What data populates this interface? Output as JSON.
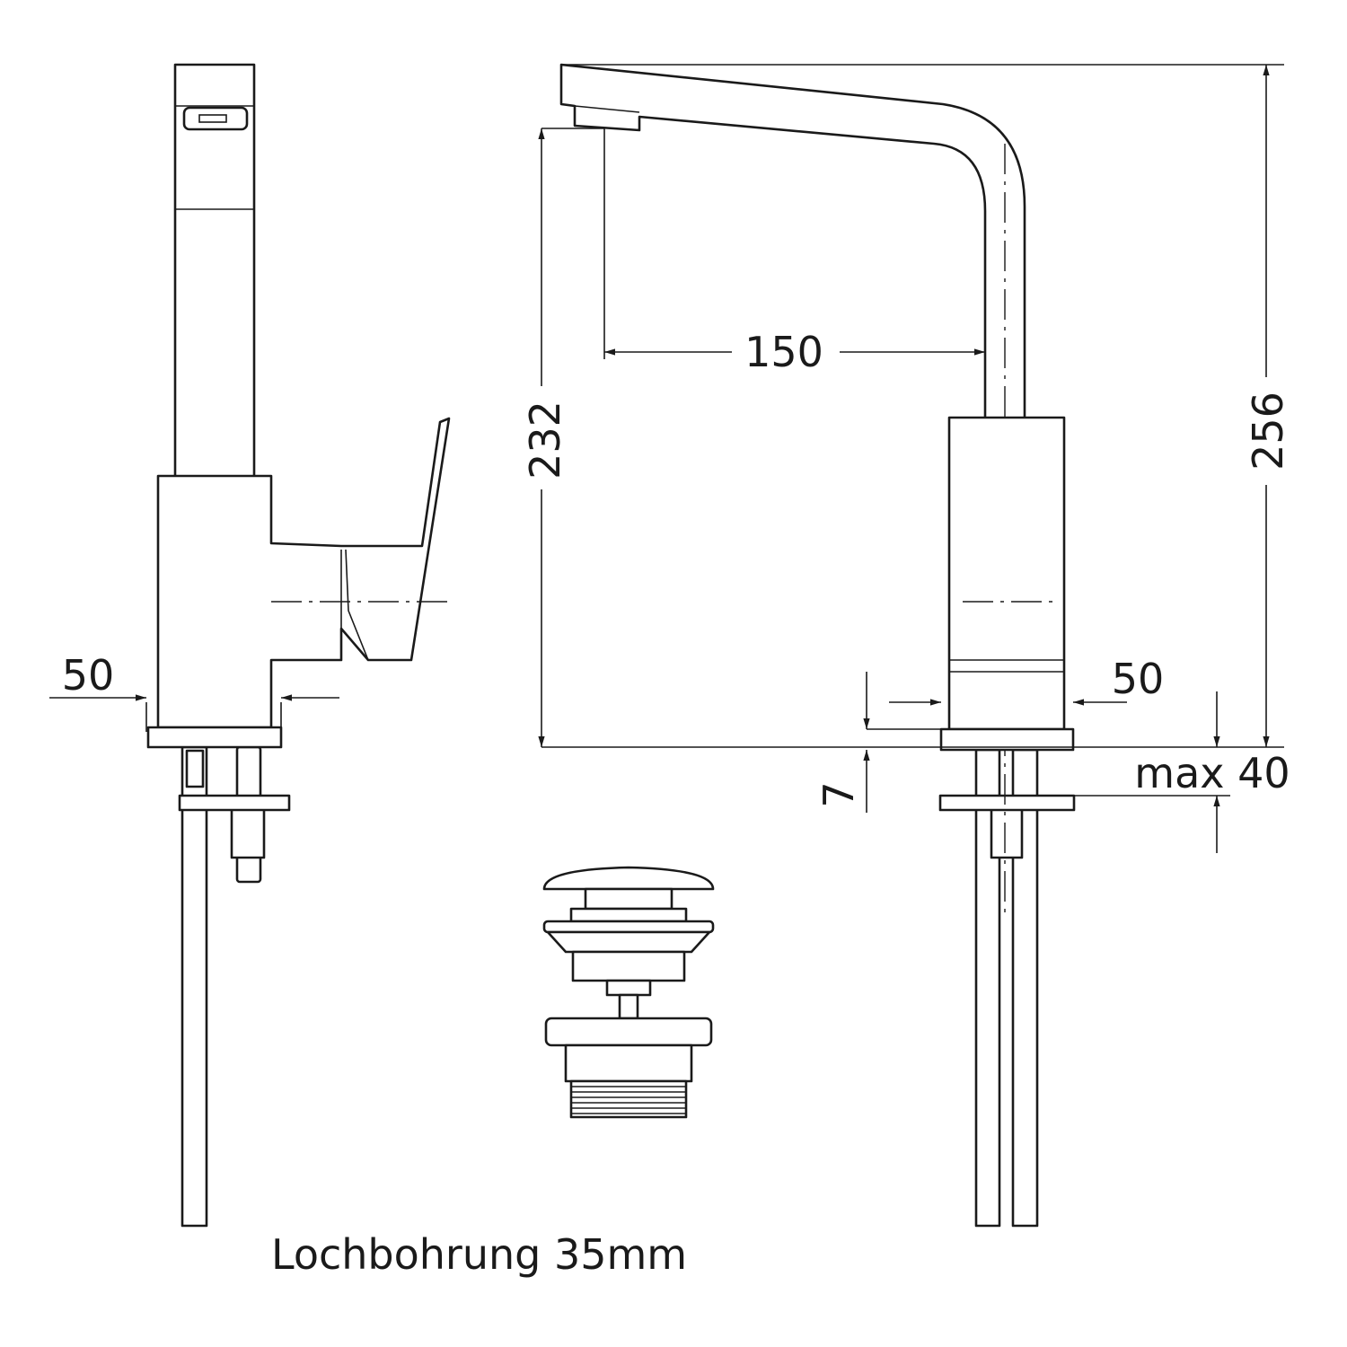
{
  "dimensions": {
    "left_width": "50",
    "right_width": "50",
    "spout_reach": "150",
    "spout_height": "232",
    "total_height": "256",
    "base_offset": "7",
    "max_counter_thickness": "max 40"
  },
  "caption": "Lochbohrung 35mm",
  "colors": {
    "line": "#1a1a1a",
    "background": "#ffffff"
  }
}
